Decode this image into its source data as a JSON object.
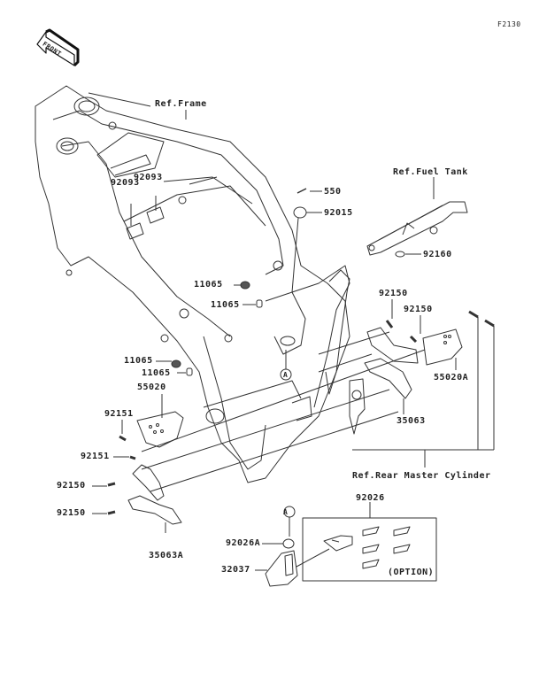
{
  "figure_code": "F2130",
  "front_indicator": "FRONT",
  "references": {
    "frame": "Ref.Frame",
    "fuel_tank": "Ref.Fuel Tank",
    "rear_master_cylinder": "Ref.Rear Master Cylinder"
  },
  "callout_marker": "A",
  "option_box_label": "(OPTION)",
  "parts": {
    "p92093a": "92093",
    "p92093b": "92093",
    "p550": "550",
    "p92015": "92015",
    "p92160": "92160",
    "p11065a": "11065",
    "p11065b": "11065",
    "p11065c": "11065",
    "p11065d": "11065",
    "p92150a": "92150",
    "p92150b": "92150",
    "p55020A": "55020A",
    "p35063": "35063",
    "p55020": "55020",
    "p92151a": "92151",
    "p92151b": "92151",
    "p92150c": "92150",
    "p92150d": "92150",
    "p35063A": "35063A",
    "p92026": "92026",
    "p92026A": "92026A",
    "p32037": "32037"
  }
}
